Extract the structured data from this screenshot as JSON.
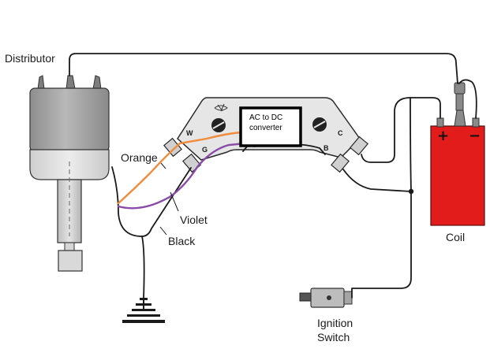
{
  "labels": {
    "distributor": "Distributor",
    "orange": "Orange",
    "violet": "Violet",
    "black": "Black",
    "coil": "Coil",
    "ignition_line1": "Ignition",
    "ignition_line2": "Switch",
    "converter_line1": "AC to DC",
    "converter_line2": "converter",
    "terminal_w": "W",
    "terminal_g": "G",
    "terminal_c": "C",
    "terminal_b": "B",
    "coil_plus": "+",
    "coil_minus": "−"
  },
  "colors": {
    "wire_orange": "#f08c3c",
    "wire_violet": "#8a4aa8",
    "wire_black": "#1a1a1a",
    "coil_red": "#e21b1b",
    "distributor_gray": "#9a9a9a",
    "module_gray": "#e6e6e6"
  },
  "icons": {
    "ground": "ground-symbol-icon",
    "screw": "screw-head-icon"
  }
}
